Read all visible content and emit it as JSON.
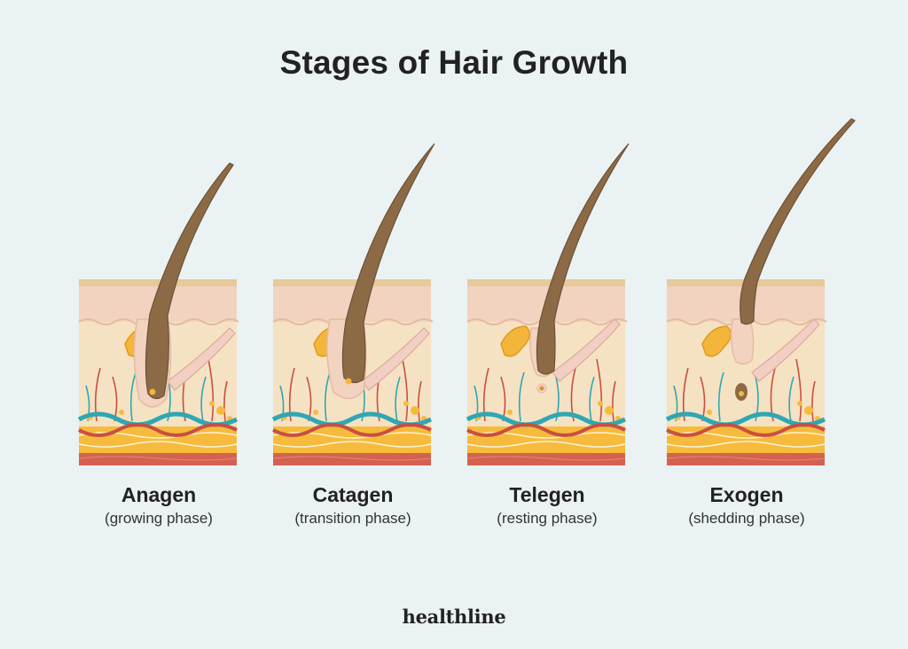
{
  "title": "Stages of Hair Growth",
  "stages": [
    {
      "name": "Anagen",
      "desc": "(growing phase)"
    },
    {
      "name": "Catagen",
      "desc": "(transition phase)"
    },
    {
      "name": "Telegen",
      "desc": "(resting phase)"
    },
    {
      "name": "Exogen",
      "desc": "(shedding phase)"
    }
  ],
  "brand": "healthline",
  "colors": {
    "background": "#eaf2f4",
    "skin_top": "#e8c99a",
    "epidermis": "#f1d3c0",
    "dermis": "#f5e2c3",
    "hair": "#8c6a45",
    "gland": "#f4b63a",
    "vessel_blue": "#2fa7b3",
    "vessel_red": "#c94f3f",
    "fat": "#f6bb3c",
    "muscle": "#d4614f"
  }
}
